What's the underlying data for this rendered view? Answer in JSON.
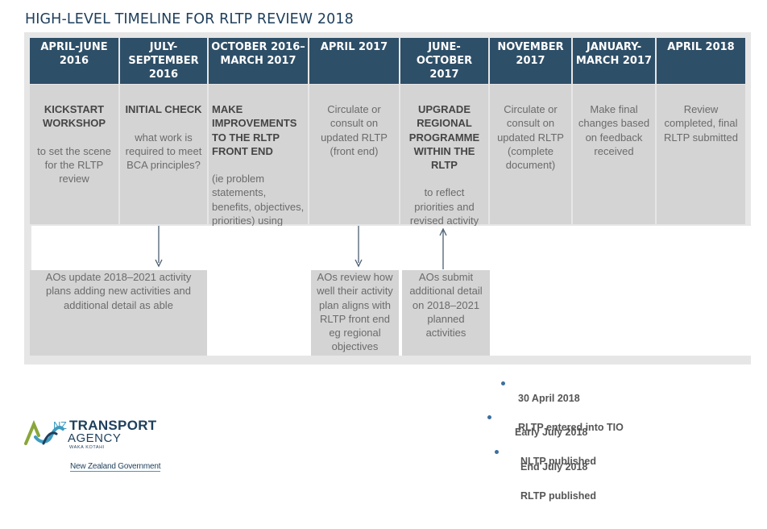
{
  "title": "HIGH-LEVEL TIMELINE FOR RLTP REVIEW 2018",
  "columns": [
    {
      "header": "APRIL-JUNE\n2016",
      "keyword": "KICKSTART\nWORKSHOP",
      "body": "to set the scene\nfor the RLTP\nreview"
    },
    {
      "header": "JULY-\nSEPTEMBER\n2016",
      "keyword": "INITIAL CHECK",
      "body": "what work is\nrequired to meet\nBCA principles?"
    },
    {
      "header": "OCTOBER 2016–\nMARCH 2017",
      "keyword": "MAKE\nIMPROVEMENTS\nTO THE RLTP\nFRONT END",
      "body": "(ie problem\nstatements,\nbenefits, objectives,\npriorities) using\nILM workshops if\nrequired"
    },
    {
      "header": "APRIL 2017",
      "keyword": "",
      "body": "Circulate or\nconsult on\nupdated RLTP\n(front end)"
    },
    {
      "header": "JUNE-\nOCTOBER 2017",
      "keyword": "UPGRADE\nREGIONAL\nPROGRAMME\nWITHIN THE\nRLTP",
      "body": "to reflect\npriorities and\nrevised activity\nplans submitted\nby AOs"
    },
    {
      "header": "NOVEMBER\n2017",
      "keyword": "",
      "body": "Circulate or\nconsult on\nupdated RLTP\n(complete\ndocument)"
    },
    {
      "header": "JANUARY-\nMARCH 2017",
      "keyword": "",
      "body": "Make final\nchanges based\non feedback\nreceived"
    },
    {
      "header": "APRIL 2018",
      "keyword": "",
      "body": "Review\ncompleted, final\nRLTP submitted"
    }
  ],
  "ao_boxes": [
    {
      "text": "AOs update 2018–2021 activity\nplans adding new activities and\nadditional detail as able"
    },
    {
      "text": "AOs review how\nwell their activity\nplan aligns with\nRLTP front end\neg regional\nobjectives"
    },
    {
      "text": "AOs submit\nadditional detail\non 2018–2021\nplanned\nactivities"
    }
  ],
  "milestones": [
    {
      "date": "30 April 2018",
      "event": "RLTP entered into TIO"
    },
    {
      "date": "Early July 2018",
      "event": "NLTP published"
    },
    {
      "date": "End July 2018",
      "event": "RLTP published"
    }
  ],
  "logo": {
    "nz": "NZ",
    "transport": "TRANSPORT",
    "agency": "AGENCY",
    "waka": "WAKA KOTAHI",
    "government": "New Zealand Government"
  },
  "colors": {
    "header_bg": "#2e4f68",
    "cell_bg": "#d4d4d4",
    "title": "#1e3f5c",
    "bullet": "#3c6ea0"
  }
}
